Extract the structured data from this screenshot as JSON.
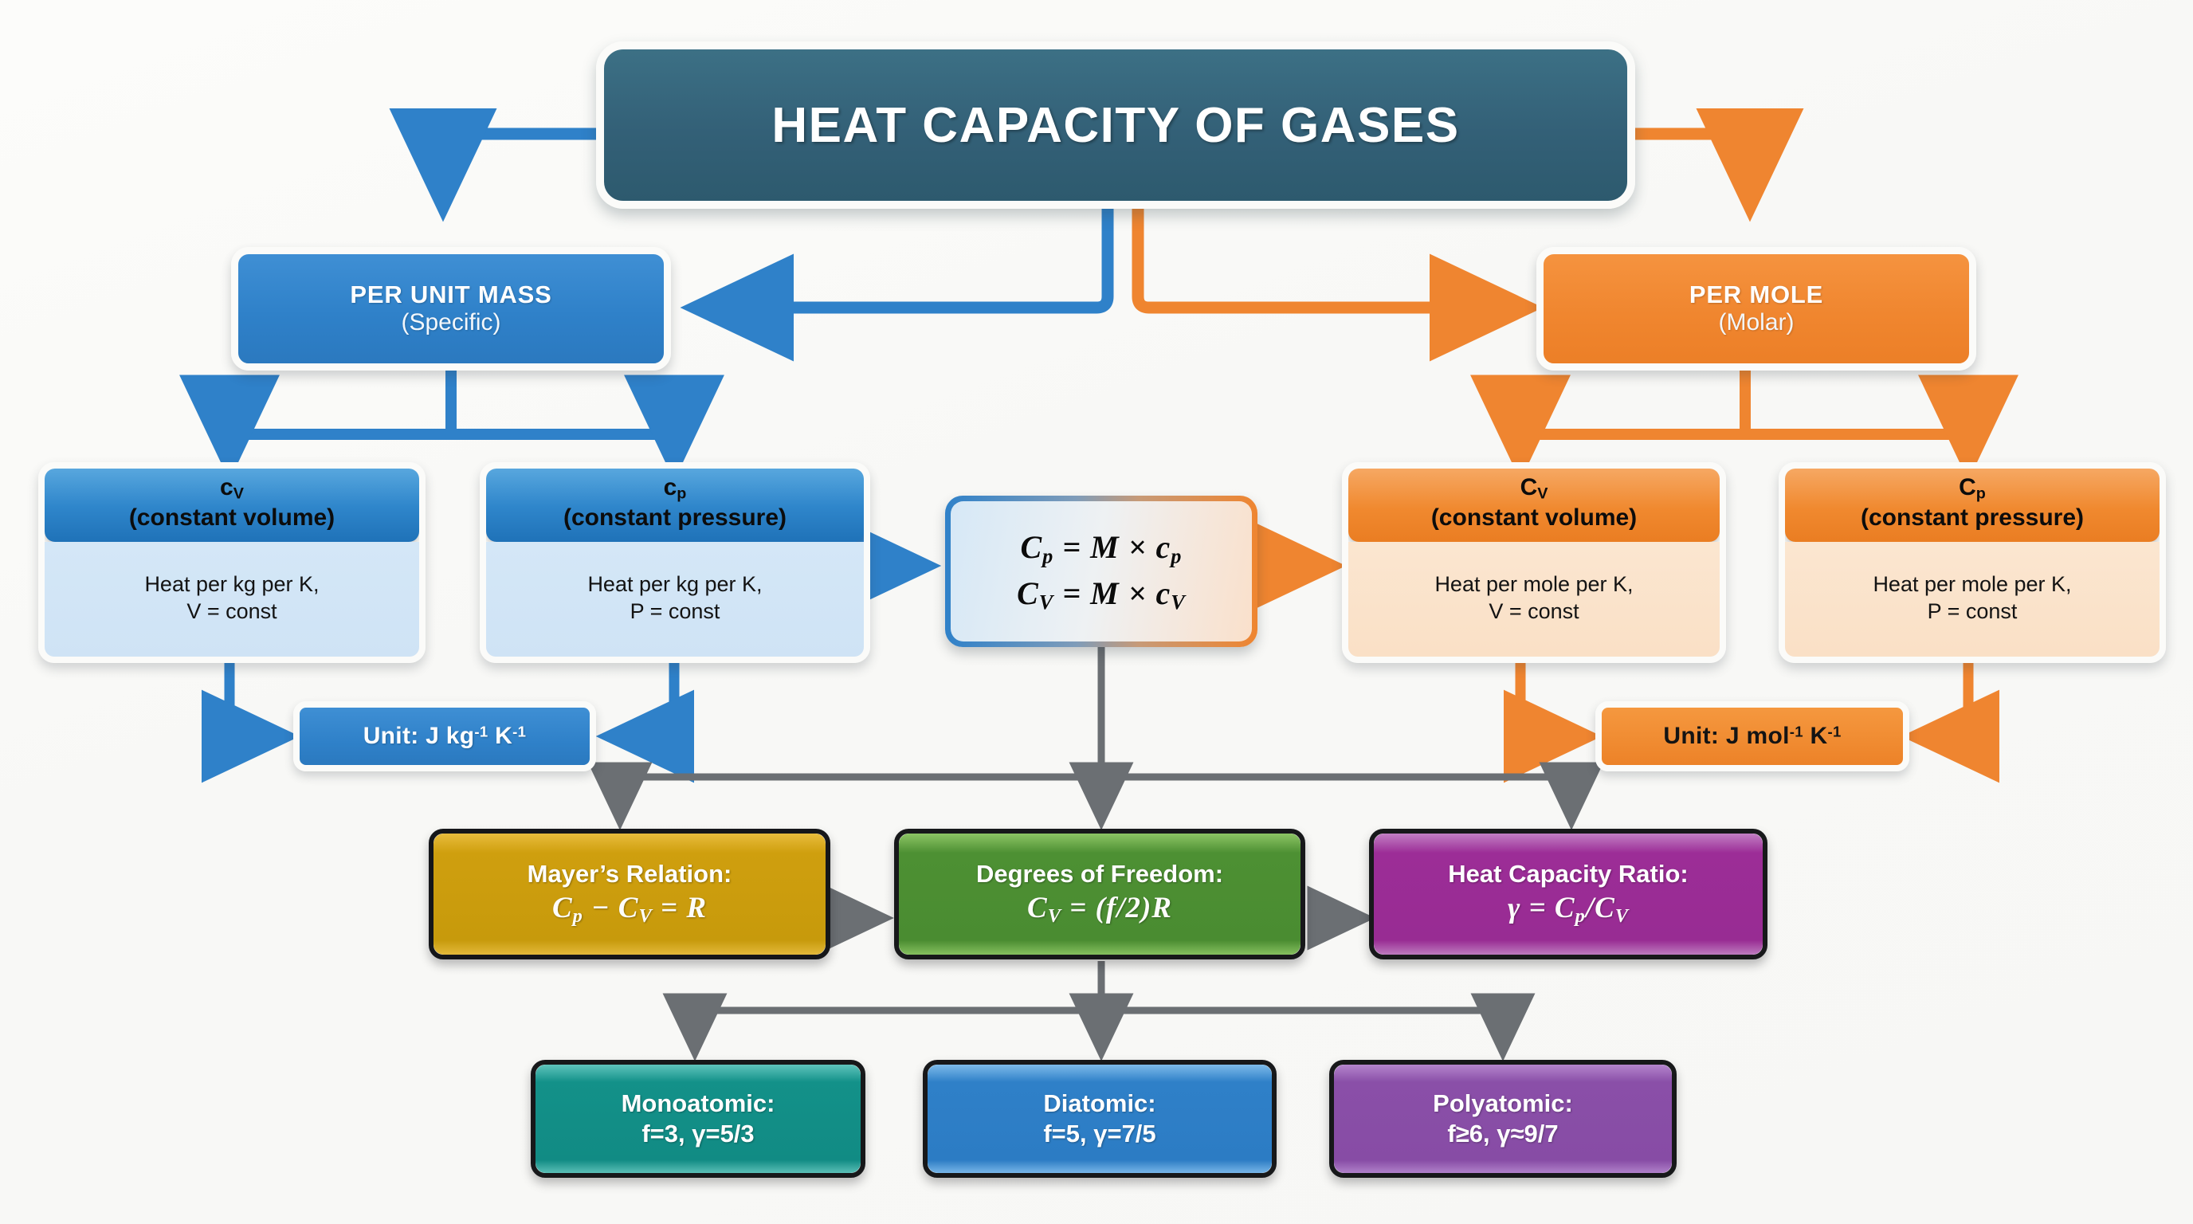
{
  "title": {
    "text": "HEAT CAPACITY OF GASES"
  },
  "branches": {
    "left": {
      "main": "PER UNIT MASS",
      "sub": "(Specific)"
    },
    "right": {
      "main": "PER MOLE",
      "sub": "(Molar)"
    }
  },
  "cards": {
    "specific_cv": {
      "symbol": "c",
      "subscript": "V",
      "headline": "(constant volume)",
      "body_line1": "Heat per kg per K,",
      "body_line2": "V = const"
    },
    "specific_cp": {
      "symbol": "c",
      "subscript": "p",
      "headline": "(constant pressure)",
      "body_line1": "Heat per kg per K,",
      "body_line2": "P = const"
    },
    "molar_cv": {
      "symbol": "C",
      "subscript": "V",
      "headline": "(constant volume)",
      "body_line1": "Heat per mole per K,",
      "body_line2": "V = const"
    },
    "molar_cp": {
      "symbol": "C",
      "subscript": "p",
      "headline": "(constant pressure)",
      "body_line1": "Heat per mole per K,",
      "body_line2": "P = const"
    }
  },
  "equation_box": {
    "line1_lhs": "C",
    "line1_lhs_sub": "p",
    "line1_rhs_pre": " = M × ",
    "line1_rhs": "c",
    "line1_rhs_sub": "p",
    "line2_lhs": "C",
    "line2_lhs_sub": "V",
    "line2_rhs_pre": " = M × ",
    "line2_rhs": "c",
    "line2_rhs_sub": "V",
    "line1_plain": "Cₚ = M × cₚ",
    "line2_plain": "Cᵥ = M × cᵥ"
  },
  "units": {
    "specific": {
      "prefix": "Unit: J kg",
      "sup1": "-1",
      "mid": " K",
      "sup2": "-1"
    },
    "molar": {
      "prefix": "Unit: J mol",
      "sup1": "-1",
      "mid": " K",
      "sup2": "-1"
    }
  },
  "concepts": [
    {
      "name": "mayers-relation",
      "title": "Mayer’s Relation:",
      "eq_plain": "Cₚ − Cᵥ = R",
      "eq_lhs1": "C",
      "eq_lhs1_sub": "p",
      "eq_mid": " − ",
      "eq_lhs2": "C",
      "eq_lhs2_sub": "V",
      "eq_tail": " = R",
      "color": "#c79a0c"
    },
    {
      "name": "degrees-of-freedom",
      "title": "Degrees of Freedom:",
      "eq_plain": "Cᵥ = (f/2)R",
      "eq_lhs1": "C",
      "eq_lhs1_sub": "V",
      "eq_tail": " = (f/2)R",
      "color": "#4d9033"
    },
    {
      "name": "heat-capacity-ratio",
      "title": "Heat Capacity Ratio:",
      "eq_plain": "γ = Cₚ/Cᵥ",
      "eq_head": "γ = ",
      "eq_lhs1": "C",
      "eq_lhs1_sub": "p",
      "eq_mid": "/",
      "eq_lhs2": "C",
      "eq_lhs2_sub": "V",
      "color": "#982c93"
    }
  ],
  "molecule_types": [
    {
      "name": "monoatomic",
      "title": "Monoatomic:",
      "values": "f=3, γ=5/3",
      "color": "#119189"
    },
    {
      "name": "diatomic",
      "title": "Diatomic:",
      "values": "f=5, γ=7/5",
      "color": "#2f80c8"
    },
    {
      "name": "polyatomic",
      "title": "Polyatomic:",
      "values": "f≥6, γ≈9/7",
      "color": "#8a4fa8"
    }
  ],
  "palette": {
    "title_teal": "#336077",
    "specific_blue": "#2f81c9",
    "molar_orange": "#ef8530",
    "connector_gray": "#6b6f73",
    "page_background": "#f9f9f7"
  }
}
